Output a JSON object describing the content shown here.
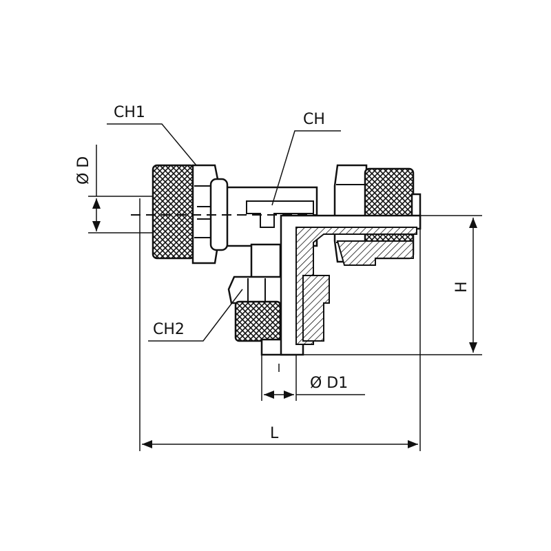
{
  "labels": {
    "ch1": "CH1",
    "ch": "CH",
    "ch2": "CH2",
    "diameter_d": "Ø D",
    "diameter_d1": "Ø D1",
    "height": "H",
    "length": "L"
  },
  "colors": {
    "line": "#111111",
    "background": "#ffffff"
  }
}
